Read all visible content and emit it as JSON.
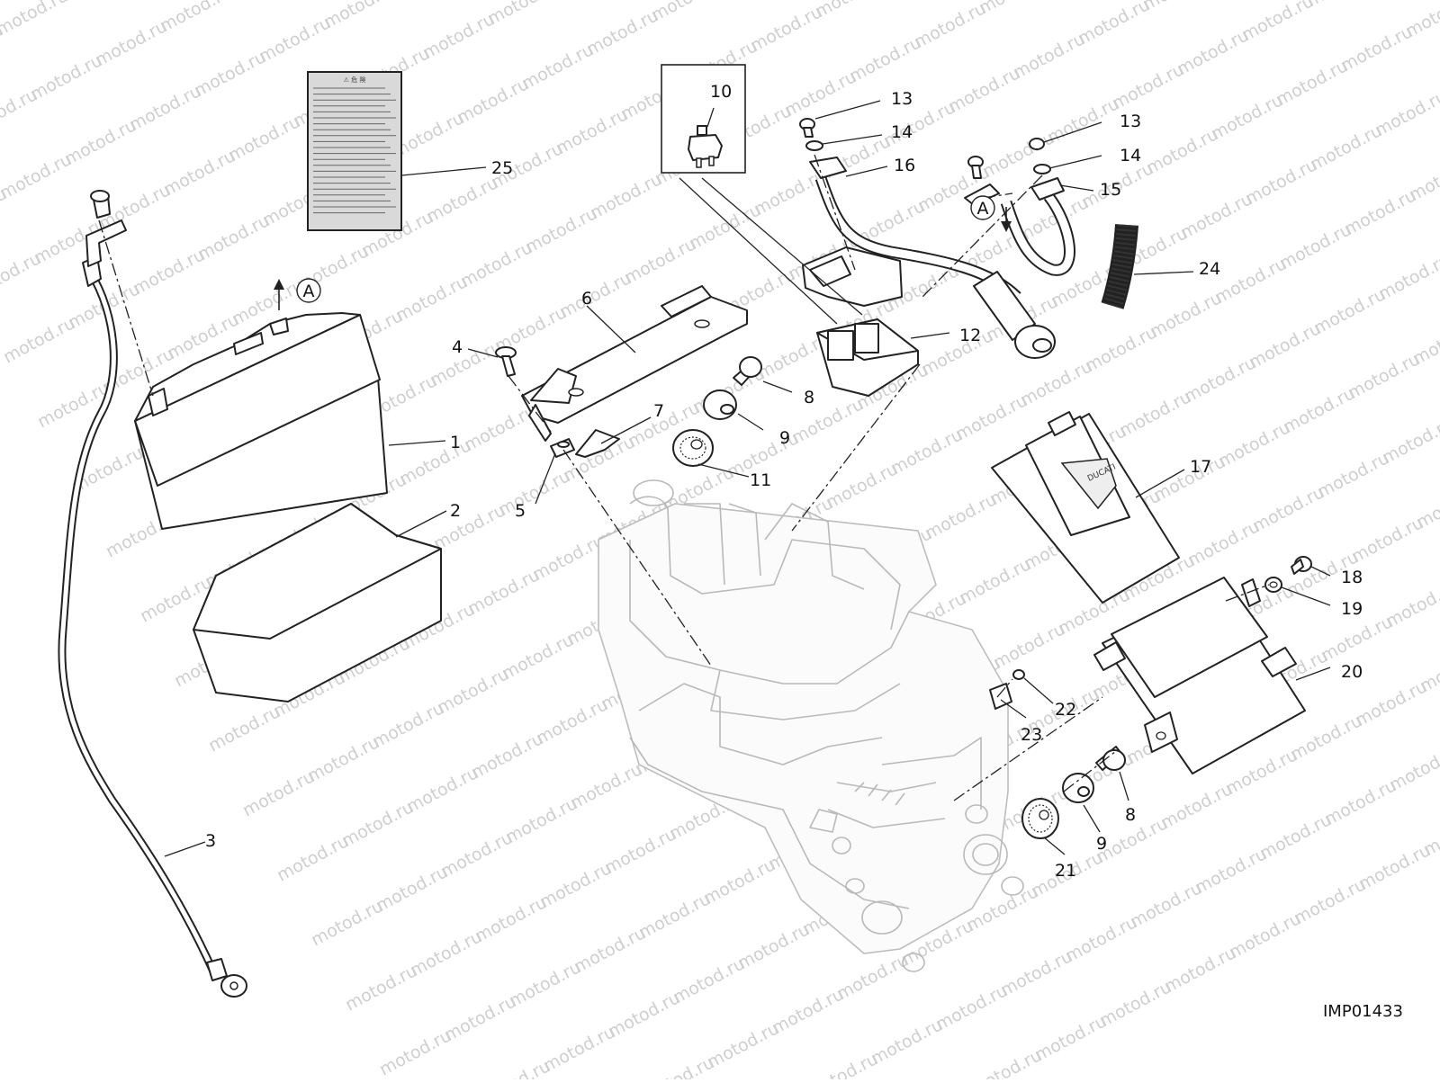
{
  "callouts": {
    "c1": "1",
    "c2": "2",
    "c3": "3",
    "c4": "4",
    "c5": "5",
    "c6": "6",
    "c7": "7",
    "c8a": "8",
    "c8b": "8",
    "c9a": "9",
    "c9b": "9",
    "c10": "10",
    "c11": "11",
    "c12": "12",
    "c13a": "13",
    "c13b": "13",
    "c14a": "14",
    "c14b": "14",
    "c15": "15",
    "c16": "16",
    "c17": "17",
    "c18": "18",
    "c19": "19",
    "c20": "20",
    "c21": "21",
    "c22": "22",
    "c23": "23",
    "c24": "24",
    "c25": "25"
  },
  "view_marker_top": "A",
  "view_marker_battery": "A",
  "figure_code": "IMP01433",
  "watermark_text": "motod.ru",
  "warning_label_title": "⚠ 危 険"
}
